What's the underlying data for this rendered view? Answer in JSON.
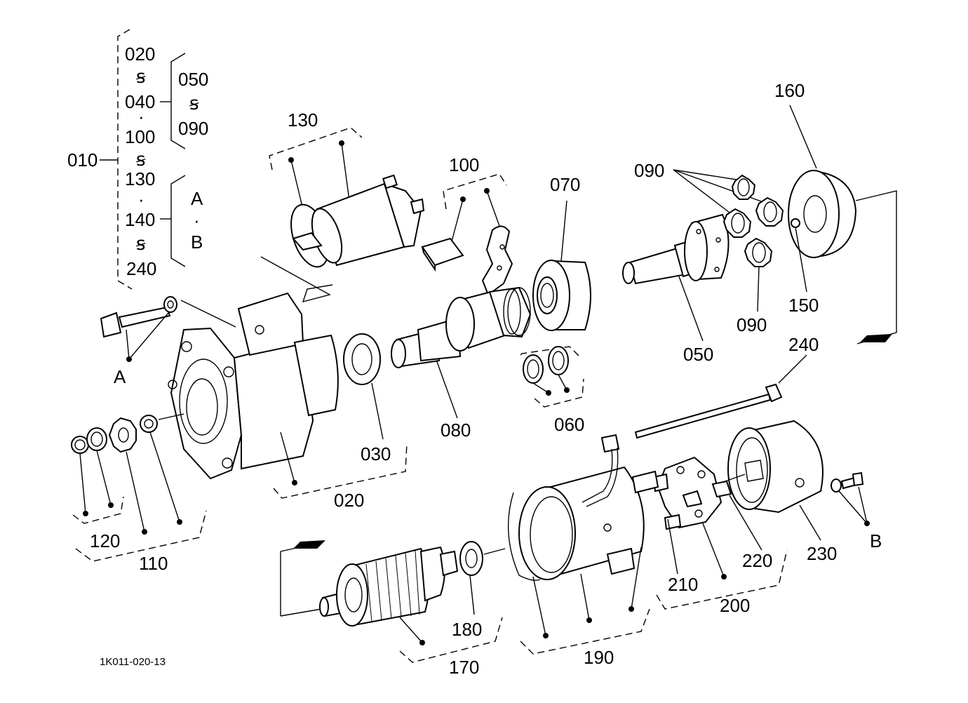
{
  "figure_id": "1K011-020-13",
  "callouts": {
    "p010": "010",
    "p020": "020",
    "p030": "030",
    "p050": "050",
    "p060": "060",
    "p070": "070",
    "p080": "080",
    "p090a": "090",
    "p090b": "090",
    "p100": "100",
    "p110": "110",
    "p120": "120",
    "p130": "130",
    "p150": "150",
    "p160": "160",
    "p170": "170",
    "p180": "180",
    "p190": "190",
    "p200": "200",
    "p210": "210",
    "p220": "220",
    "p230": "230",
    "p240": "240",
    "refA": "A",
    "refB": "B"
  },
  "legend": {
    "g1_a": "020",
    "g1_tilde1": "ꞩ",
    "g1_b": "040",
    "g1_dot1": "·",
    "g1_c": "100",
    "g1_tilde2": "ꞩ",
    "g1_d": "130",
    "g1_dot2": "·",
    "g1_e": "140",
    "g1_tilde3": "ꞩ",
    "g1_f": "240",
    "g2_a": "050",
    "g2_tilde": "ꞩ",
    "g2_b": "090",
    "g3_a": "A",
    "g3_dot": "·",
    "g3_b": "B"
  }
}
